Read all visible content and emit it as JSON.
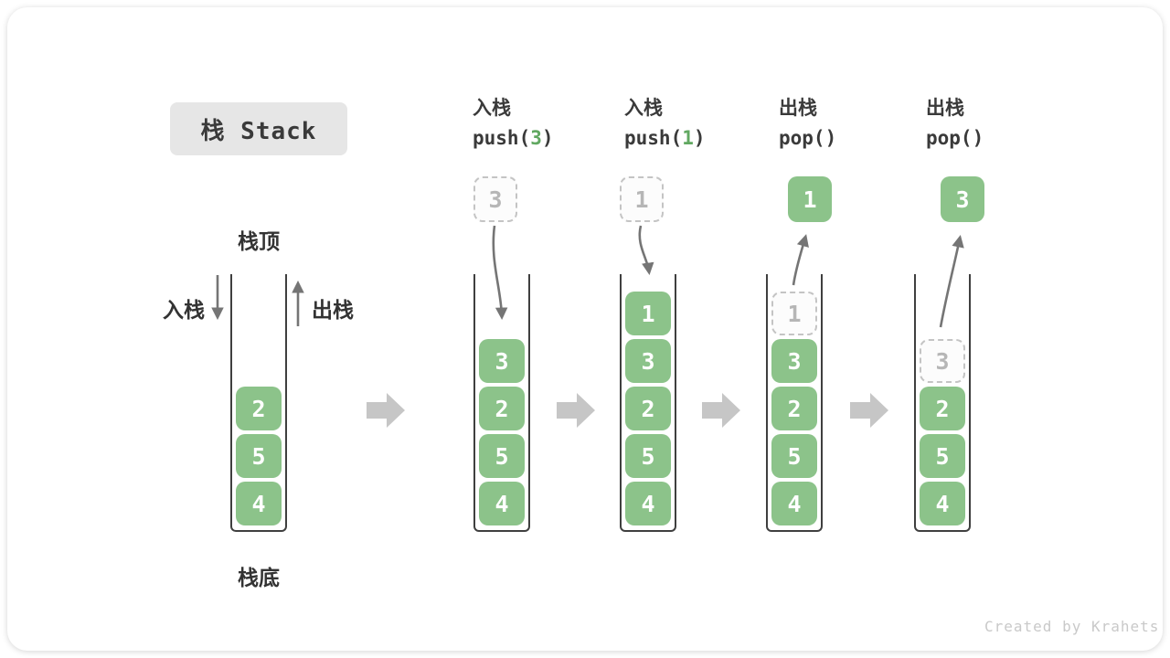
{
  "title": "栈 Stack",
  "watermark": "Created by Krahets",
  "labels": {
    "stack_top": "栈顶",
    "stack_bottom": "栈底",
    "push": "入栈",
    "pop": "出栈"
  },
  "colors": {
    "cell_green": "#8CC38A",
    "code_arg_green": "#61A861",
    "vessel_border": "#3F3F3F",
    "thin_arrow": "#757575",
    "block_arrow": "#C6C6C6",
    "dashed_border": "#C4C4C4",
    "ghost_text": "#B6B6B6",
    "title_bg": "#E6E6E6",
    "text_dark": "#3A3A3A",
    "watermark_gray": "#C9C9C9"
  },
  "stages": [
    {
      "name": "initial",
      "cells": [
        "2",
        "5",
        "4"
      ]
    },
    {
      "name": "push-3",
      "op_cn": "入栈",
      "code_pre": "push(",
      "code_arg": "3",
      "code_post": ")",
      "floating": {
        "value": "3",
        "style": "dashed"
      },
      "cells": [
        "3",
        "2",
        "5",
        "4"
      ]
    },
    {
      "name": "push-1",
      "op_cn": "入栈",
      "code_pre": "push(",
      "code_arg": "1",
      "code_post": ")",
      "floating": {
        "value": "1",
        "style": "dashed"
      },
      "cells": [
        "1",
        "3",
        "2",
        "5",
        "4"
      ]
    },
    {
      "name": "pop-1",
      "op_cn": "出栈",
      "code_pre": "pop(",
      "code_arg": "",
      "code_post": ")",
      "floating": {
        "value": "1",
        "style": "solid"
      },
      "ghost": "1",
      "cells": [
        "3",
        "2",
        "5",
        "4"
      ]
    },
    {
      "name": "pop-3",
      "op_cn": "出栈",
      "code_pre": "pop(",
      "code_arg": "",
      "code_post": ")",
      "floating": {
        "value": "3",
        "style": "solid"
      },
      "ghost": "3",
      "cells": [
        "2",
        "5",
        "4"
      ]
    }
  ]
}
